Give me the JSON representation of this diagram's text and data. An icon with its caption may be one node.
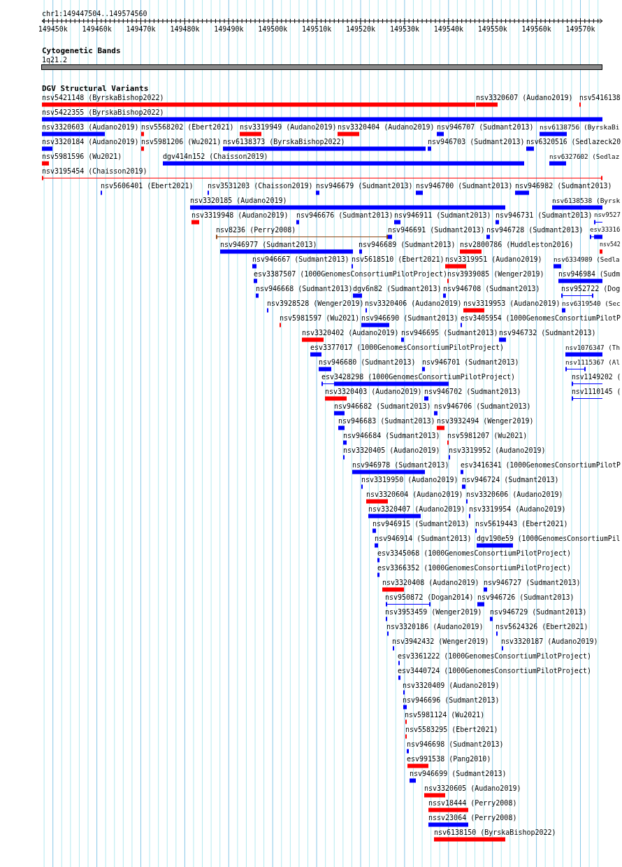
{
  "diagram": {
    "labels": [
      "chr1:149447504..149574560",
      "149450k",
      "149460k",
      "149470k",
      "149480k",
      "149490k",
      "149500k",
      "149510k",
      "149520k",
      "149530k",
      "149540k",
      "149550k",
      "149560k",
      "149570k",
      "Cytogenetic Bands",
      "1q21.2",
      "DGV Structural Variants",
      "nsv5421148 (ByrskaBishop2022)",
      "nsv3320607 (Audano2019)",
      "nsv5416138",
      "nsv5422355 (ByrskaBishop2022)",
      "nsv3320603 (Audano2019)",
      "nsv5568202 (Ebert2021)",
      "nsv3319949 (Audano2019)",
      "nsv3320404 (Audano2019)",
      "nsv946707 (Sudmant2013)",
      "nsv6138756 (ByrskaBi",
      "nsv3320184 (Audano2019)",
      "nsv5981206 (Wu2021)",
      "nsv6138373 (ByrskaBishop2022)",
      "nsv946703 (Sudmant2013)",
      "nsv6320516 (Sedlazeck20",
      "nsv5981596 (Wu2021)",
      "dgv414n152 (Chaisson2019)",
      "nsv6327602 (Sedlaz",
      "nsv3195454 (Chaisson2019)",
      "nsv5606401 (Ebert2021)",
      "nsv3531203 (Chaisson2019)",
      "nsv946679 (Sudmant2013)",
      "nsv946700 (Sudmant2013)",
      "nsv946982 (Sudmant2013)",
      "nsv3320185 (Audano2019)",
      "nsv6138538 (Byrsk",
      "nsv3319948 (Audano2019)",
      "nsv946676 (Sudmant2013)",
      "nsv946911 (Sudmant2013)",
      "nsv946731 (Sudmant2013)",
      "nsv9527",
      "nsv8236 (Perry2008)",
      "nsv946691 (Sudmant2013)",
      "nsv946728 (Sudmant2013)",
      "esv33316",
      "nsv946977 (Sudmant2013)",
      "nsv946689 (Sudmant2013)",
      "nsv2800786 (Huddleston2016)",
      "nsv542",
      "nsv946667 (Sudmant2013)",
      "nsv5618510 (Ebert2021)",
      "nsv3319951 (Audano2019)",
      "nsv6334989 (Sedla",
      "esv3387507 (1000GenomesConsortiumPilotProject)",
      "nsv3939085 (Wenger2019)",
      "nsv946984 (Sudm",
      "nsv946668 (Sudmant2013)",
      "dgv6n82 (Sudmant2013)",
      "nsv946708 (Sudmant2013)",
      "nsv952722 (Dog",
      "nsv3928528 (Wenger2019)",
      "nsv3320406 (Audano2019)",
      "nsv3319953 (Audano2019)",
      "nsv6319540 (Sec",
      "nsv5981597 (Wu2021)",
      "nsv946690 (Sudmant2013)",
      "esv3405954 (1000GenomesConsortiumPilotP",
      "nsv3320402 (Audano2019)",
      "nsv946695 (Sudmant2013)",
      "nsv946732 (Sudmant2013)",
      "esv3377017 (1000GenomesConsortiumPilotProject)",
      "nsv1076347 (Th",
      "nsv946680 (Sudmant2013)",
      "nsv946701 (Sudmant2013)",
      "nsv1115367 (Al",
      "esv3428298 (1000GenomesConsortiumPilotProject)",
      "nsv1149202 (",
      "nsv3320403 (Audano2019)",
      "nsv946702 (Sudmant2013)",
      "nsv1110145 (",
      "nsv946682 (Sudmant2013)",
      "nsv946706 (Sudmant2013)",
      "nsv946683 (Sudmant2013)",
      "nsv3932494 (Wenger2019)",
      "nsv946684 (Sudmant2013)",
      "nsv5981207 (Wu2021)",
      "nsv3320405 (Audano2019)",
      "nsv3319952 (Audano2019)",
      "nsv946978 (Sudmant2013)",
      "esv3416341 (1000GenomesConsortiumPilotP",
      "nsv3319950 (Audano2019)",
      "nsv946724 (Sudmant2013)",
      "nsv3320604 (Audano2019)",
      "nsv3320606 (Audano2019)",
      "nsv3320407 (Audano2019)",
      "nsv3319954 (Audano2019)",
      "nsv946915 (Sudmant2013)",
      "nsv5619443 (Ebert2021)",
      "nsv946914 (Sudmant2013)",
      "dgv190e59 (1000GenomesConsortiumPil",
      "esv3345068 (1000GenomesConsortiumPilotProject)",
      "esv3366352 (1000GenomesConsortiumPilotProject)",
      "nsv3320408 (Audano2019)",
      "nsv946727 (Sudmant2013)",
      "nsv950872 (Dogan2014)",
      "nsv946726 (Sudmant2013)",
      "nsv3953459 (Wenger2019)",
      "nsv946729 (Sudmant2013)",
      "nsv3320186 (Audano2019)",
      "nsv5624326 (Ebert2021)",
      "nsv3942432 (Wenger2019)",
      "nsv3320187 (Audano2019)",
      "esv3361222 (1000GenomesConsortiumPilotProject)",
      "esv3440724 (1000GenomesConsortiumPilotProject)",
      "nsv3320409 (Audano2019)",
      "nsv946696 (Sudmant2013)",
      "nsv5981124 (Wu2021)",
      "nsv5583295 (Ebert2021)",
      "nsv946698 (Sudmant2013)",
      "esv991538 (Pang2010)",
      "nsv946699 (Sudmant2013)",
      "nsv3320605 (Audano2019)",
      "nssv18444 (Perry2008)",
      "nssv23064 (Perry2008)",
      "nsv6138150 (ByrskaBishop2022)"
    ]
  }
}
